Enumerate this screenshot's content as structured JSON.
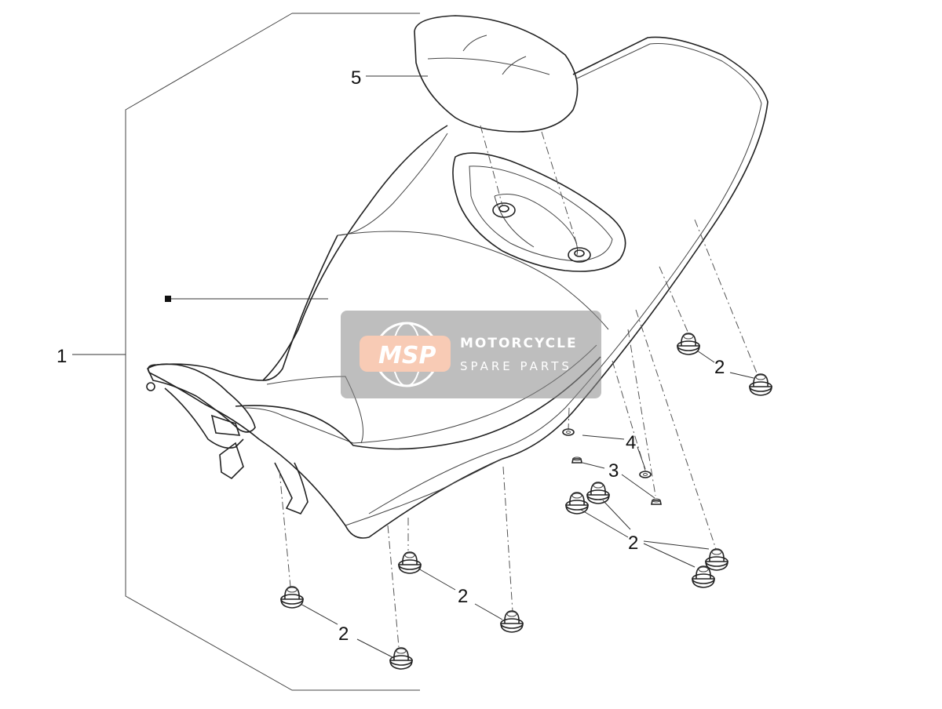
{
  "callouts": {
    "label_1": "1",
    "label_2a": "2",
    "label_2b": "2",
    "label_2c": "2",
    "label_2d": "2",
    "label_3": "3",
    "label_4": "4",
    "label_5": "5"
  },
  "watermark": {
    "logo_text": "MSP",
    "brand": "MOTORCYCLE",
    "subtitle": "SPARE PARTS",
    "logo_color": "#f4a17a",
    "panel_color": "#8a8a8a"
  }
}
